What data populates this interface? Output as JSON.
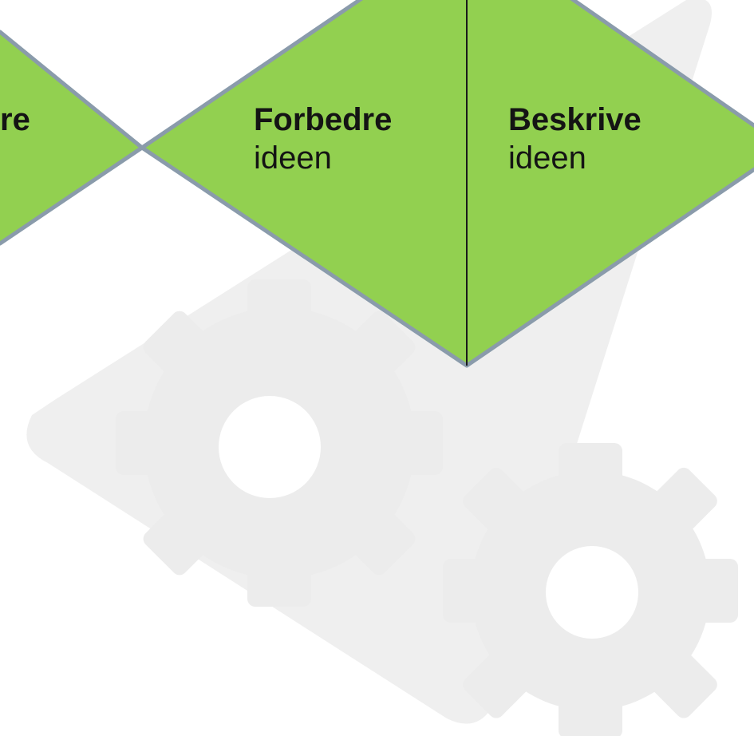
{
  "colors": {
    "background": "#ffffff",
    "gear_watermark": "#efefef",
    "diamond_fill": "#92d050",
    "diamond_border": "#8a9bab",
    "divider": "#1a1a1a",
    "text": "#141414"
  },
  "steps": [
    {
      "title": "re",
      "subtitle": ""
    },
    {
      "title": "Forbedre",
      "subtitle": "ideen"
    },
    {
      "title": "Beskrive",
      "subtitle": "ideen"
    }
  ],
  "background_icon": "gears-watermark-icon"
}
